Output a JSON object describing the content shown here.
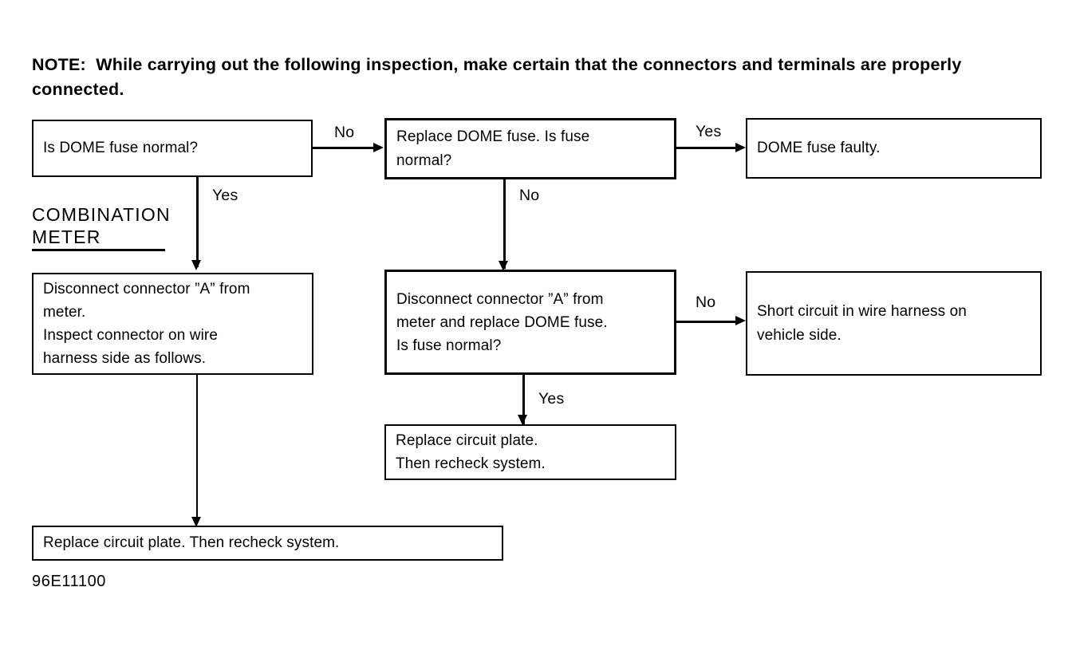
{
  "note": {
    "label": "NOTE:",
    "text": "While carrying out the following inspection, make certain that the connectors and terminals are properly connected."
  },
  "section": {
    "heading_line1": "COMBINATION",
    "heading_line2": "METER"
  },
  "figure_id": "96E11100",
  "flowchart": {
    "type": "diagram",
    "nodes": [
      {
        "id": "q1",
        "lines": [
          "Is DOME fuse normal?"
        ]
      },
      {
        "id": "q2",
        "lines": [
          "Replace DOME fuse. Is fuse",
          "normal?"
        ]
      },
      {
        "id": "r1",
        "lines": [
          "DOME fuse faulty."
        ]
      },
      {
        "id": "a1",
        "lines": [
          "Disconnect connector ”A” from",
          "meter.",
          "Inspect connector on wire",
          "harness side as follows."
        ]
      },
      {
        "id": "q3",
        "lines": [
          "Disconnect connector ”A” from",
          "meter and replace DOME fuse.",
          "Is fuse normal?"
        ]
      },
      {
        "id": "r2",
        "lines": [
          "Short circuit in wire harness on",
          "vehicle side."
        ]
      },
      {
        "id": "r3",
        "lines": [
          "Replace circuit plate.",
          "Then recheck system."
        ]
      },
      {
        "id": "r4",
        "lines": [
          "Replace circuit plate. Then recheck system."
        ]
      }
    ],
    "edges": [
      {
        "from": "q1",
        "to": "q2",
        "label": "No"
      },
      {
        "from": "q1",
        "to": "a1",
        "label": "Yes"
      },
      {
        "from": "q2",
        "to": "r1",
        "label": "Yes"
      },
      {
        "from": "q2",
        "to": "q3",
        "label": "No"
      },
      {
        "from": "q3",
        "to": "r2",
        "label": "No"
      },
      {
        "from": "q3",
        "to": "r3",
        "label": "Yes"
      },
      {
        "from": "a1",
        "to": "r4",
        "label": ""
      }
    ]
  }
}
